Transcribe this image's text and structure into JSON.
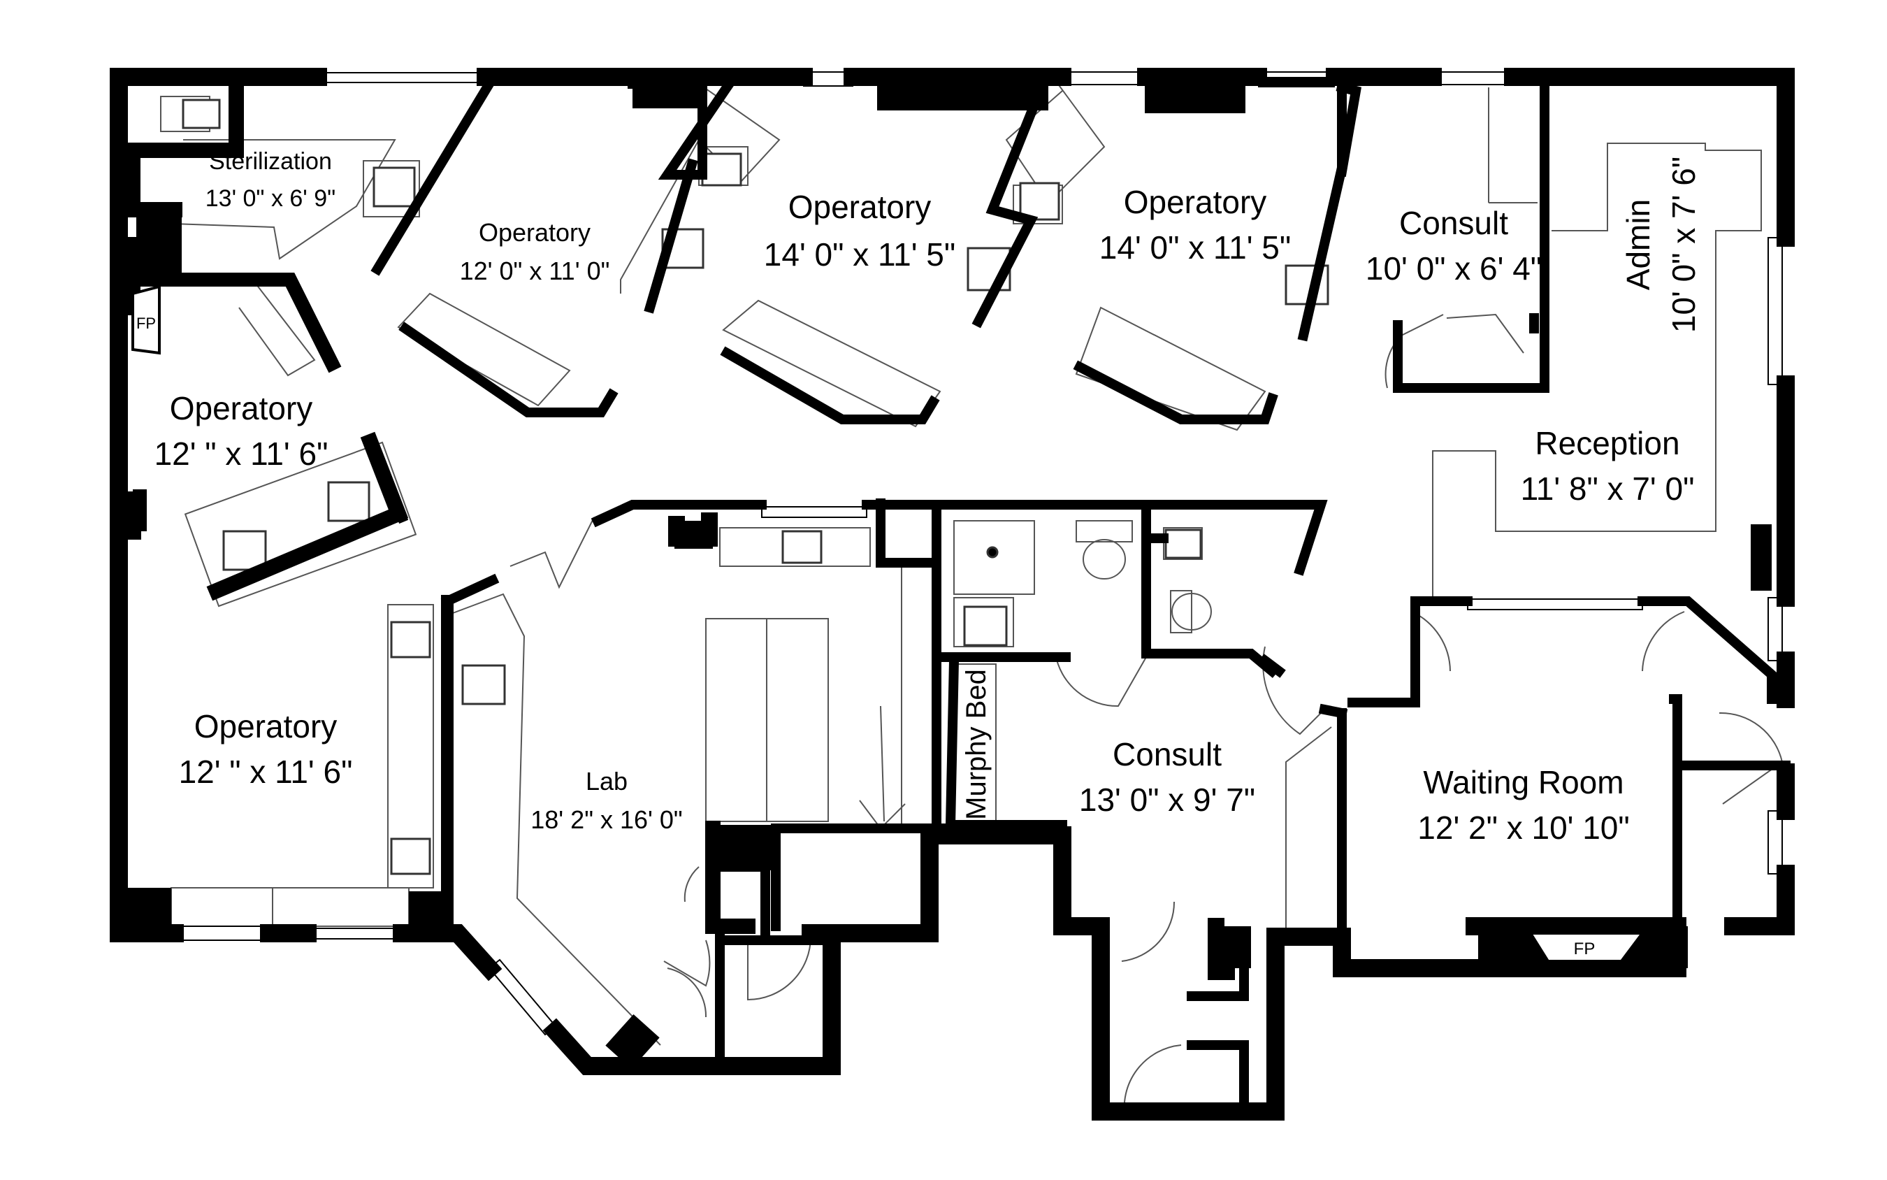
{
  "rooms": {
    "sterilization": {
      "name": "Sterilization",
      "dim": "13' 0\" x 6' 9\""
    },
    "operatory_top_left": {
      "name": "Operatory",
      "dim": "12' 0\" x 11' 0\""
    },
    "operatory_top_center": {
      "name": "Operatory",
      "dim": "14' 0\" x 11' 5\""
    },
    "operatory_top_right": {
      "name": "Operatory",
      "dim": "14' 0\" x 11' 5\""
    },
    "consult_top": {
      "name": "Consult",
      "dim": "10' 0\" x 6' 4\""
    },
    "admin": {
      "name": "Admin",
      "dim": "10' 0\" x 7' 6\""
    },
    "reception": {
      "name": "Reception",
      "dim": "11' 8\" x 7' 0\""
    },
    "operatory_left_upper": {
      "name": "Operatory",
      "dim": "12' \" x 11' 6\""
    },
    "operatory_left_lower": {
      "name": "Operatory",
      "dim": "12' \" x 11' 6\""
    },
    "lab": {
      "name": "Lab",
      "dim": "18' 2\" x 16' 0\""
    },
    "murphy_bed": {
      "name": "Murphy Bed"
    },
    "consult_bottom": {
      "name": "Consult",
      "dim": "13' 0\" x 9' 7\""
    },
    "waiting_room": {
      "name": "Waiting Room",
      "dim": "12' 2\" x 10' 10\""
    }
  },
  "fireplaces": {
    "left": "FP",
    "bottom": "FP"
  },
  "colors": {
    "wall": "#000000",
    "fixture_line": "#555555",
    "background": "#ffffff"
  }
}
